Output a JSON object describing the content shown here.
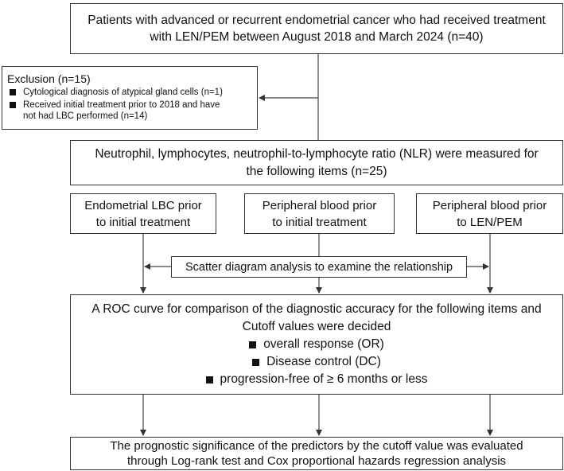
{
  "diagram": {
    "top_box": {
      "line1": "Patients with advanced or recurrent endometrial cancer who had received treatment",
      "line2": "with LEN/PEM between August 2018 and March 2024 (n=40)"
    },
    "exclusion": {
      "title": "Exclusion (n=15)",
      "items": [
        {
          "line1": "Cytological diagnosis of atypical gland cells (n=1)",
          "line2": ""
        },
        {
          "line1": "Received initial treatment prior to 2018 and have",
          "line2": "not had LBC performed  (n=14)"
        }
      ]
    },
    "nlr_box": {
      "line1": "Neutrophil, lymphocytes, neutrophil-to-lymphocyte ratio (NLR) were measured for",
      "line2": "the following items (n=25)"
    },
    "items": [
      {
        "line1": "Endometrial LBC prior",
        "line2": "to initial treatment"
      },
      {
        "line1": "Peripheral blood prior",
        "line2": "to initial treatment"
      },
      {
        "line1": "Peripheral blood prior",
        "line2": "to LEN/PEM"
      }
    ],
    "scatter_box": "Scatter diagram analysis to examine the relationship",
    "roc_box": {
      "line1": "A ROC curve for comparison of the diagnostic accuracy for the following items and",
      "line2": "Cutoff values were decided",
      "criteria": [
        "overall response (OR)",
        "Disease control (DC)",
        "progression-free of ≥ 6 months or less"
      ]
    },
    "final_box": {
      "line1": "The prognostic significance of the predictors by the cutoff value was evaluated",
      "line2": "through Log-rank test and Cox proportional hazards regression analysis"
    }
  }
}
